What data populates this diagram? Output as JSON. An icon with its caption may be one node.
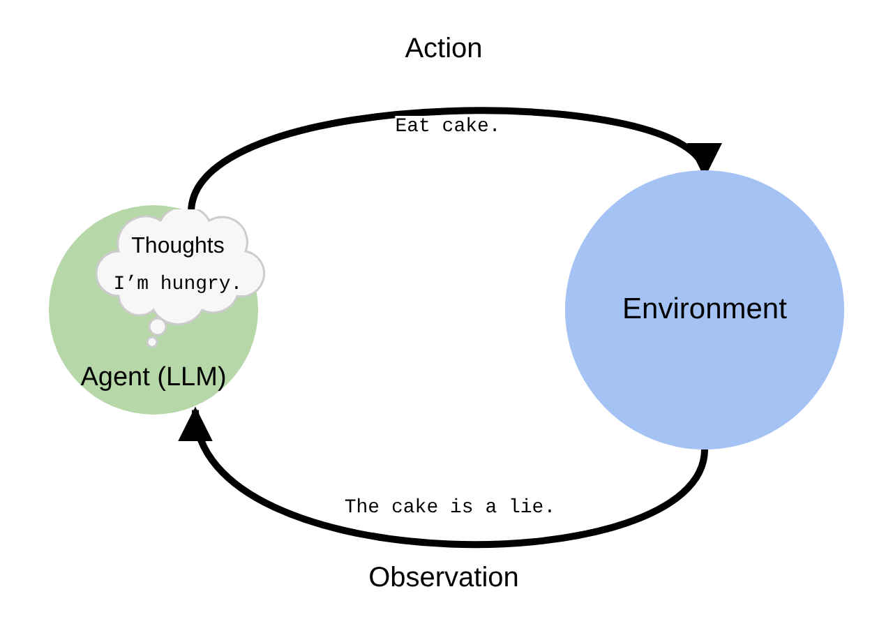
{
  "diagram": {
    "nodes": [
      {
        "text": [
          "Agent (LLM)"
        ]
      },
      {
        "text": [
          "Thoughts",
          "I’m hungry."
        ],
        "in": 0
      },
      {
        "text": [
          "Environment"
        ]
      }
    ],
    "edges": [
      {
        "from": 0,
        "to": 2,
        "arrow": "to",
        "label": "Eat cake."
      },
      {
        "from": 2,
        "to": 0,
        "arrow": "to",
        "label": "The cake is a lie."
      }
    ],
    "labels": [
      "Action",
      "Observation"
    ]
  }
}
